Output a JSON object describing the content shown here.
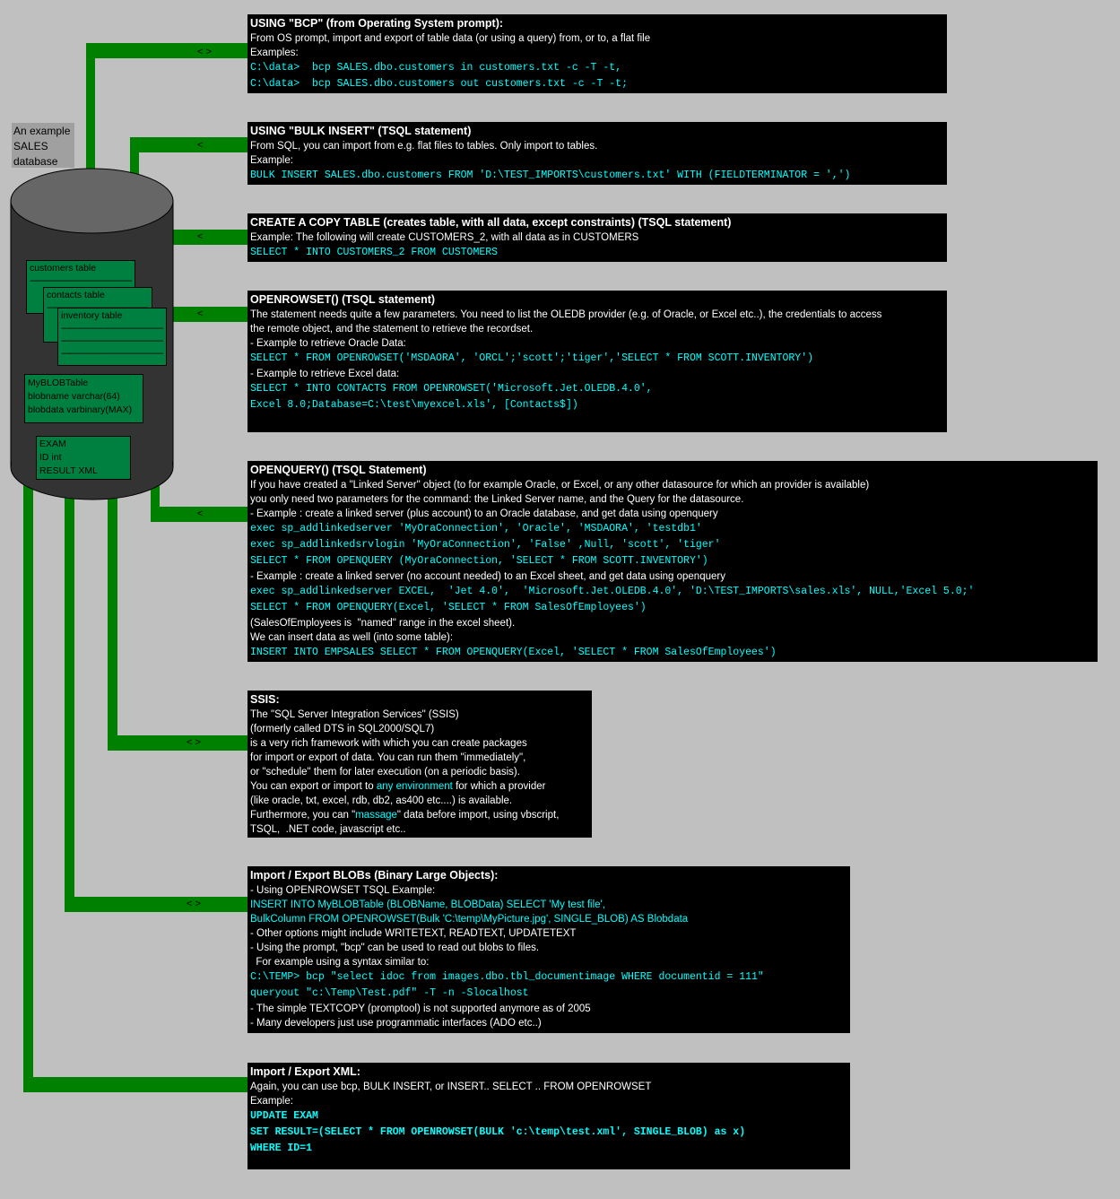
{
  "database": {
    "label": "An example SALES database",
    "tables": [
      {
        "name": "customers table"
      },
      {
        "name": "contacts table"
      },
      {
        "name": "inventory table"
      }
    ],
    "blob_table": [
      "MyBLOBTable",
      "blobname varchar(64)",
      "blobdata varbinary(MAX)"
    ],
    "exam_table": [
      "EXAM",
      "ID int",
      "RESULT XML"
    ],
    "dash_line": "-------------------------------------------------------"
  },
  "arrows": {
    "bidirectional": "< >",
    "import": "<"
  },
  "bcp": {
    "title": "USING \"BCP\" (from Operating System prompt):",
    "lines": [
      {
        "kind": "l",
        "text": "From OS prompt, import and export of table data (or using a query) from, or to, a flat file"
      },
      {
        "kind": "l",
        "text": "Examples:"
      },
      {
        "kind": "c",
        "text": "C:\\data>  bcp SALES.dbo.customers in customers.txt -c -T -t,"
      },
      {
        "kind": "c",
        "text": "C:\\data>  bcp SALES.dbo.customers out customers.txt -c -T -t;"
      }
    ]
  },
  "bulk": {
    "title": "USING \"BULK INSERT\"  (TSQL statement)",
    "lines": [
      {
        "kind": "l",
        "text": "From SQL, you can import from e.g. flat files to tables. Only import to tables."
      },
      {
        "kind": "l",
        "text": "Example:"
      },
      {
        "kind": "c",
        "text": "BULK INSERT SALES.dbo.customers FROM 'D:\\TEST_IMPORTS\\customers.txt' WITH (FIELDTERMINATOR = ',')"
      }
    ]
  },
  "copy": {
    "title": "CREATE A COPY TABLE (creates table, with all data, except constraints) (TSQL statement)",
    "lines": [
      {
        "kind": "l",
        "text": "Example: The following will create CUSTOMERS_2, with all data as in CUSTOMERS"
      },
      {
        "kind": "c",
        "text": "SELECT * INTO CUSTOMERS_2 FROM CUSTOMERS"
      }
    ]
  },
  "openrowset": {
    "title": "OPENROWSET()  (TSQL statement)",
    "lines": [
      {
        "kind": "l",
        "text": "The statement needs quite a few parameters. You need to list the OLEDB provider (e.g. of Oracle, or Excel etc..), the credentials to access"
      },
      {
        "kind": "l",
        "text": "the remote object, and the statement to retrieve the recordset."
      },
      {
        "kind": "l",
        "text": "- Example to retrieve Oracle Data:"
      },
      {
        "kind": "c",
        "text": "SELECT * FROM OPENROWSET('MSDAORA', 'ORCL';'scott';'tiger','SELECT * FROM SCOTT.INVENTORY')"
      },
      {
        "kind": "l",
        "text": "- Example to retrieve Excel data:"
      },
      {
        "kind": "c",
        "text": "SELECT * INTO CONTACTS FROM OPENROWSET('Microsoft.Jet.OLEDB.4.0',"
      },
      {
        "kind": "c",
        "text": "Excel 8.0;Database=C:\\test\\myexcel.xls', [Contacts$])"
      }
    ]
  },
  "openquery": {
    "title": "OPENQUERY() (TSQL Statement)",
    "lines": [
      {
        "kind": "l",
        "text": "If you have created a \"Linked Server\" object (to for example Oracle, or Excel, or any other datasource for which an provider is available)"
      },
      {
        "kind": "l",
        "text": "you only need two parameters for the command: the Linked Server name, and the Query for the datasource."
      },
      {
        "kind": "l",
        "text": "- Example : create a linked server (plus account) to an Oracle database, and get data using openquery"
      },
      {
        "kind": "c",
        "text": "exec sp_addlinkedserver 'MyOraConnection', 'Oracle', 'MSDAORA', 'testdb1'"
      },
      {
        "kind": "c",
        "text": "exec sp_addlinkedsrvlogin 'MyOraConnection', 'False' ,Null, 'scott', 'tiger'"
      },
      {
        "kind": "c",
        "text": "SELECT * FROM OPENQUERY (MyOraConnection, 'SELECT * FROM SCOTT.INVENTORY')"
      },
      {
        "kind": "l",
        "text": "- Example : create a linked server (no account needed) to an Excel sheet, and get data using openquery"
      },
      {
        "kind": "c",
        "text": "exec sp_addlinkedserver EXCEL,  'Jet 4.0',  'Microsoft.Jet.OLEDB.4.0', 'D:\\TEST_IMPORTS\\sales.xls', NULL,'Excel 5.0;'"
      },
      {
        "kind": "c",
        "text": "SELECT * FROM OPENQUERY(Excel, 'SELECT * FROM SalesOfEmployees')"
      },
      {
        "kind": "l",
        "text": "(SalesOfEmployees is  \"named\" range in the excel sheet)."
      },
      {
        "kind": "l",
        "text": "We can insert data as well (into some table):"
      },
      {
        "kind": "c",
        "text": "INSERT INTO EMPSALES SELECT * FROM OPENQUERY(Excel, 'SELECT * FROM SalesOfEmployees')"
      }
    ]
  },
  "ssis": {
    "title": "SSIS:",
    "lines": [
      {
        "kind": "l",
        "text": "The \"SQL Server Integration Services\" (SSIS)"
      },
      {
        "kind": "l",
        "text": "(formerly called DTS in SQL2000/SQL7)"
      },
      {
        "kind": "l",
        "text": "is a very rich framework with which you can create packages"
      },
      {
        "kind": "l",
        "text": "for import or export of data. You can run them \"immediately\","
      },
      {
        "kind": "l",
        "text": "or \"schedule\" them for later execution (on a periodic basis)."
      },
      {
        "kind": "m",
        "parts": [
          {
            "t": "You can export or import to ",
            "hl": false
          },
          {
            "t": "any environment",
            "hl": true
          },
          {
            "t": " for which a provider",
            "hl": false
          }
        ]
      },
      {
        "kind": "l",
        "text": "(like oracle, txt, excel, rdb, db2, as400 etc....) is available."
      },
      {
        "kind": "m",
        "parts": [
          {
            "t": "Furthermore, you can \"",
            "hl": false
          },
          {
            "t": "massage",
            "hl": true
          },
          {
            "t": "\" data before import, using vbscript,",
            "hl": false
          }
        ]
      },
      {
        "kind": "l",
        "text": "TSQL,  .NET code, javascript etc.."
      }
    ]
  },
  "blob": {
    "title": "Import / Export BLOBs (Binary Large Objects):",
    "lines": [
      {
        "kind": "l",
        "text": "- Using OPENROWSET TSQL Example:"
      },
      {
        "kind": "s",
        "text": "INSERT INTO MyBLOBTable (BLOBName, BLOBData) SELECT 'My test file',"
      },
      {
        "kind": "s",
        "text": "BulkColumn FROM OPENROWSET(Bulk 'C:\\temp\\MyPicture.jpg', SINGLE_BLOB) AS Blobdata"
      },
      {
        "kind": "l",
        "text": "- Other options might include WRITETEXT, READTEXT, UPDATETEXT"
      },
      {
        "kind": "l",
        "text": "- Using the prompt, \"bcp\" can be used to read out blobs to files."
      },
      {
        "kind": "l",
        "text": "  For example using a syntax similar to:"
      },
      {
        "kind": "c",
        "text": "C:\\TEMP> bcp \"select idoc from images.dbo.tbl_documentimage WHERE documentid = 111\""
      },
      {
        "kind": "c",
        "text": "queryout \"c:\\Temp\\Test.pdf\" -T -n -Slocalhost"
      },
      {
        "kind": "l",
        "text": "- The simple TEXTCOPY (promptool) is not supported anymore as of 2005"
      },
      {
        "kind": "l",
        "text": "- Many developers just use programmatic interfaces (ADO etc..)"
      }
    ]
  },
  "xml": {
    "title": "Import / Export XML:",
    "lines": [
      {
        "kind": "l",
        "text": "Again, you can use bcp, BULK INSERT, or INSERT.. SELECT .. FROM OPENROWSET"
      },
      {
        "kind": "l",
        "text": "Example:"
      },
      {
        "kind": "cb",
        "text": "UPDATE EXAM"
      },
      {
        "kind": "cb",
        "text": "SET RESULT=(SELECT * FROM OPENROWSET(BULK 'c:\\temp\\test.xml', SINGLE_BLOB) as x)"
      },
      {
        "kind": "cb",
        "text": "WHERE ID=1"
      }
    ]
  }
}
